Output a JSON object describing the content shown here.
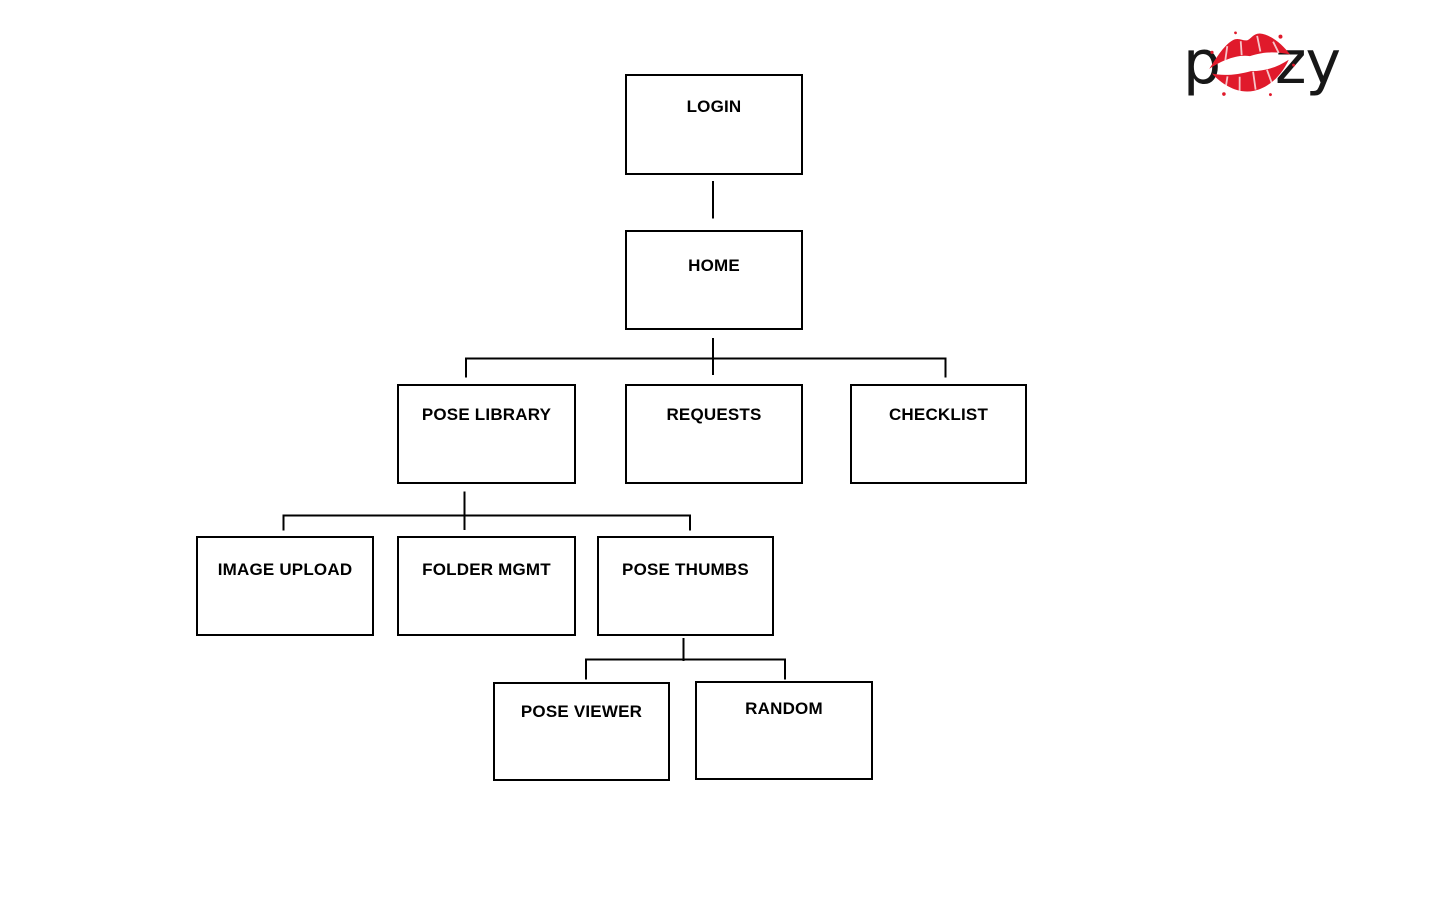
{
  "page": {
    "background_color": "#ffffff"
  },
  "logo": {
    "text": "pozy",
    "prefix": "p",
    "suffix": "zy",
    "text_color": "#171717",
    "lips_color": "#e01a2b"
  },
  "diagram": {
    "type": "sitemap-flowchart",
    "box_fill": "#ffffff",
    "box_border_color": "#000000",
    "label_color": "#000000",
    "connector_color": "#000000",
    "nodes": [
      {
        "id": "login",
        "label": "LOGIN",
        "level": 1
      },
      {
        "id": "home",
        "label": "HOME",
        "level": 2
      },
      {
        "id": "pose-library",
        "label": "POSE LIBRARY",
        "level": 3
      },
      {
        "id": "requests",
        "label": "REQUESTS",
        "level": 3
      },
      {
        "id": "checklist",
        "label": "CHECKLIST",
        "level": 3
      },
      {
        "id": "image-upload",
        "label": "IMAGE UPLOAD",
        "level": 4
      },
      {
        "id": "folder-mgmt",
        "label": "FOLDER MGMT",
        "level": 4
      },
      {
        "id": "pose-thumbs",
        "label": "POSE THUMBS",
        "level": 4
      },
      {
        "id": "pose-viewer",
        "label": "POSE VIEWER",
        "level": 5
      },
      {
        "id": "random",
        "label": "RANDOM",
        "level": 5
      }
    ],
    "edges": [
      {
        "from": "LOGIN",
        "to": "HOME"
      },
      {
        "from": "HOME",
        "to": "POSE LIBRARY"
      },
      {
        "from": "HOME",
        "to": "REQUESTS"
      },
      {
        "from": "HOME",
        "to": "CHECKLIST"
      },
      {
        "from": "POSE LIBRARY",
        "to": "IMAGE UPLOAD"
      },
      {
        "from": "POSE LIBRARY",
        "to": "FOLDER MGMT"
      },
      {
        "from": "POSE LIBRARY",
        "to": "POSE THUMBS"
      },
      {
        "from": "POSE THUMBS",
        "to": "POSE VIEWER"
      },
      {
        "from": "POSE THUMBS",
        "to": "RANDOM"
      }
    ]
  }
}
